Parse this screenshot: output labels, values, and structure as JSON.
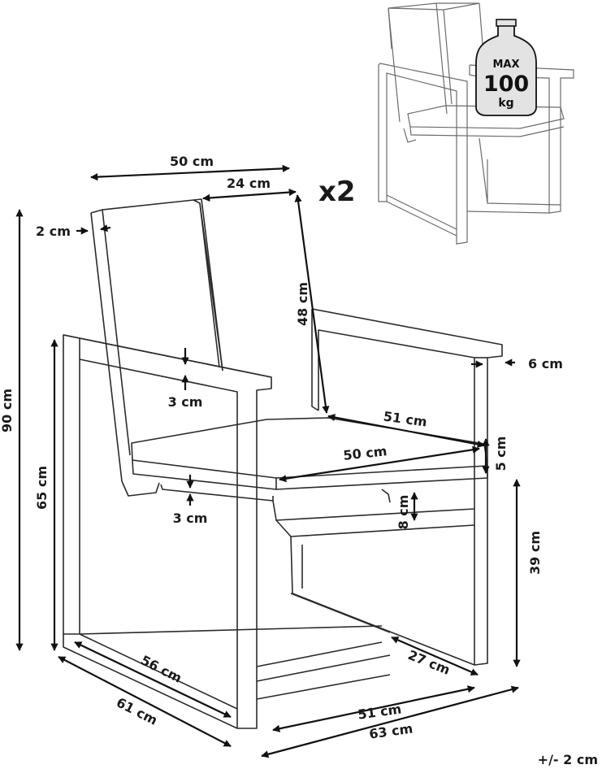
{
  "multiplier": "x2",
  "weight_badge": {
    "line1": "MAX",
    "line2": "100",
    "line3": "kg"
  },
  "dimensions": {
    "seat_width_top": "50 cm",
    "back_half_width": "24 cm",
    "back_thickness": "2 cm",
    "back_height": "48 cm",
    "total_height": "90 cm",
    "arm_top_thickness": "3 cm",
    "arm_height": "65 cm",
    "arm_width": "6 cm",
    "seat_depth": "51 cm",
    "cushion_width": "50 cm",
    "cushion_thickness": "5 cm",
    "frame_thickness": "3 cm",
    "seat_frame_height": "8 cm",
    "seat_height": "39 cm",
    "base_depth_inner": "56 cm",
    "base_depth_outer": "61 cm",
    "base_cross_depth": "27 cm",
    "base_width_inner": "51 cm",
    "base_width_outer": "63 cm"
  },
  "tolerance": "+/- 2 cm"
}
